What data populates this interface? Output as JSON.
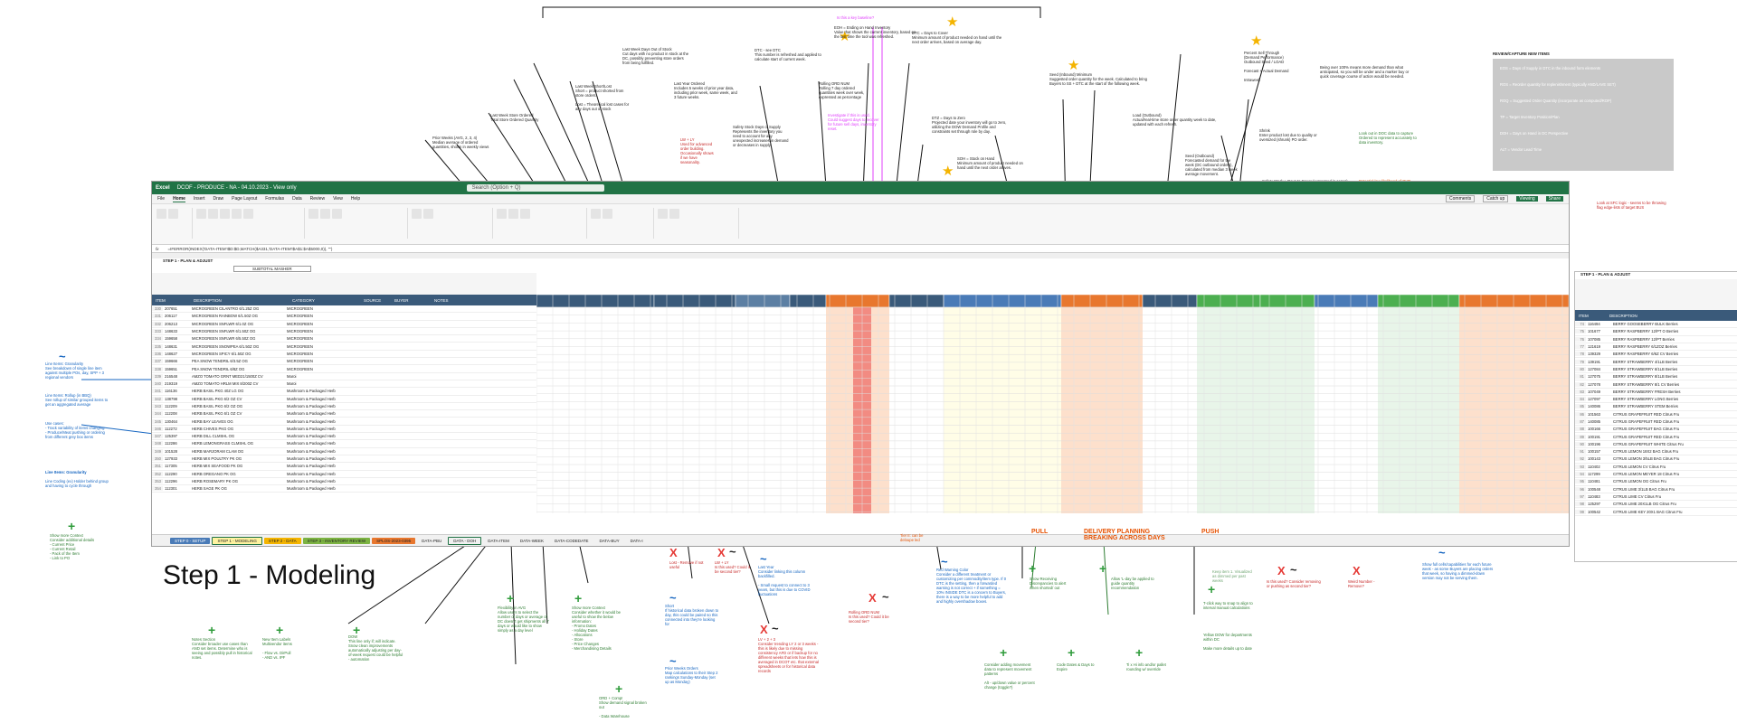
{
  "app": {
    "name": "Excel",
    "file_title": "DCOF - PRODUCE - NA - 04.10.2023 - View only",
    "search_placeholder": "Search (Option + Q)",
    "menu": [
      "File",
      "Home",
      "Insert",
      "Draw",
      "Page Layout",
      "Formulas",
      "Data",
      "Review",
      "View",
      "Help"
    ],
    "actions": [
      "Comments",
      "Catch up",
      "Viewing",
      "Share"
    ],
    "formula": "=IFERROR(INDEX('DATA-ITEM'!$D:$D,MATCH($A331,'DATA-ITEM'!$A$1:$A$5000,0)), \"\")",
    "sheet_header": "STEP 1 - PLAN & ADJUST",
    "subtotal_label": "SUBTOTAL MASHER",
    "column_headers": [
      "ITEM",
      "DESCRIPTION",
      "CATEGORY",
      "SOURCE",
      "BUYER",
      "NOTES"
    ],
    "tabs": [
      "STEP 0 - SETUP",
      "STEP 1 - MODELING",
      "STEP 2 - DATA",
      "STEP 3 - INVENTORY REVIEW",
      "SPLOS-2023-0395",
      "DATA-PBU",
      "DATA - DOH",
      "DATA-ITEM",
      "DATA-WEEK",
      "DATA-CODEDATE",
      "DATA-BUY",
      "DATA-I"
    ]
  },
  "rows": [
    {
      "n": "330",
      "item": "207651",
      "desc": "MICROGREEN CILANTRO 6/1.25Z OG",
      "cat": "MICROGREEN"
    },
    {
      "n": "331",
      "item": "206117",
      "desc": "MICROGREEN RAINBOW 6/1.50Z OG",
      "cat": "MICROGREEN"
    },
    {
      "n": "332",
      "item": "206213",
      "desc": "MICROGREEN SNFLWR 6/1.0Z OG",
      "cat": "MICROGREEN"
    },
    {
      "n": "333",
      "item": "148633",
      "desc": "MICROGREEN SNFLWR 6/1.50Z OG",
      "cat": "MICROGREEN"
    },
    {
      "n": "334",
      "item": "159658",
      "desc": "MICROGREEN SNFLWR 6/5.50Z OG",
      "cat": "MICROGREEN"
    },
    {
      "n": "335",
      "item": "148631",
      "desc": "MICROGREEN SNOWPEA 6/1.50Z OG",
      "cat": "MICROGREEN"
    },
    {
      "n": "336",
      "item": "148627",
      "desc": "MICROGREEN SPICY 6/1.50Z OG",
      "cat": "MICROGREEN"
    },
    {
      "n": "337",
      "item": "159666",
      "desc": "PEA SNOW TENDRIL 6/3.5Z OG",
      "cat": "MICROGREEN"
    },
    {
      "n": "338",
      "item": "159651",
      "desc": "PEA SNOW TENDRIL 6/8Z OG",
      "cat": "MICROGREEN"
    },
    {
      "n": "339",
      "item": "216548",
      "desc": "AMZO TOMATO GRNT MED21/1500Z CV",
      "cat": "Maroi"
    },
    {
      "n": "340",
      "item": "219319",
      "desc": "AMZO TOMATO HRLM MIX 8/200Z CV",
      "cat": "Maroi"
    },
    {
      "n": "341",
      "item": "116136",
      "desc": "HERB BASIL PKG 40Z LG OG",
      "cat": "Mushroom & Packaged Herb"
    },
    {
      "n": "342",
      "item": "138798",
      "desc": "HERB BASIL PKG 6/2 OZ CV",
      "cat": "Mushroom & Packaged Herb"
    },
    {
      "n": "343",
      "item": "112209",
      "desc": "HERB BASIL PKG 6/2 OZ OG",
      "cat": "Mushroom & Packaged Herb"
    },
    {
      "n": "344",
      "item": "112208",
      "desc": "HERB BASIL PKG 6/1 OZ CV",
      "cat": "Mushroom & Packaged Herb"
    },
    {
      "n": "345",
      "item": "130464",
      "desc": "HERB BAY LEAVES OG",
      "cat": "Mushroom & Packaged Herb"
    },
    {
      "n": "346",
      "item": "112272",
      "desc": "HERB CHIVES PKG OG",
      "cat": "Mushroom & Packaged Herb"
    },
    {
      "n": "347",
      "item": "125397",
      "desc": "HERB DILL CLMSHL OG",
      "cat": "Mushroom & Packaged Herb"
    },
    {
      "n": "348",
      "item": "112286",
      "desc": "HERB LEMONGRASS CLMSHL OG",
      "cat": "Mushroom & Packaged Herb"
    },
    {
      "n": "349",
      "item": "101528",
      "desc": "HERB MARJORAM CLAM OG",
      "cat": "Mushroom & Packaged Herb"
    },
    {
      "n": "350",
      "item": "127933",
      "desc": "HERB MIX POULTRY PK OG",
      "cat": "Mushroom & Packaged Herb"
    },
    {
      "n": "351",
      "item": "117305",
      "desc": "HERB MIX SEAFOOD PK OG",
      "cat": "Mushroom & Packaged Herb"
    },
    {
      "n": "352",
      "item": "112290",
      "desc": "HERB OREGANO PK OG",
      "cat": "Mushroom & Packaged Herb"
    },
    {
      "n": "353",
      "item": "112296",
      "desc": "HERB ROSEMARY PK OG",
      "cat": "Mushroom & Packaged Herb"
    },
    {
      "n": "354",
      "item": "112301",
      "desc": "HERB SAGE PK OG",
      "cat": "Mushroom & Packaged Herb"
    }
  ],
  "right_rows": [
    {
      "n": "74",
      "item": "116494",
      "desc": "BERRY GOOSEBERRY BULK Berries"
    },
    {
      "n": "75",
      "item": "101677",
      "desc": "BERRY RASPBERRY 12/PT O Berries"
    },
    {
      "n": "76",
      "item": "107085",
      "desc": "BERRY RASPBERRY 12/PT Berries"
    },
    {
      "n": "77",
      "item": "121619",
      "desc": "BERRY RASPBERRY 6/1ZOZ Berries"
    },
    {
      "n": "78",
      "item": "139329",
      "desc": "BERRY RASPBERRY 6/6Z CV Berries"
    },
    {
      "n": "79",
      "item": "139191",
      "desc": "BERRY STRAWBERRY 4/1LB Berries"
    },
    {
      "n": "80",
      "item": "127084",
      "desc": "BERRY STRAWBERRY 6/1LB Berries"
    },
    {
      "n": "81",
      "item": "127075",
      "desc": "BERRY STRAWBERRY 8/1LB Berries"
    },
    {
      "n": "82",
      "item": "127078",
      "desc": "BERRY STRAWBERRY 8/1 CV Berries"
    },
    {
      "n": "83",
      "item": "107049",
      "desc": "BERRY STRAWBERRY FRESH Berries"
    },
    {
      "n": "84",
      "item": "127097",
      "desc": "BERRY STRAWBERRY LONG Berries"
    },
    {
      "n": "85",
      "item": "140086",
      "desc": "BERRY STRAWBERRY STEM Berries"
    },
    {
      "n": "86",
      "item": "101563",
      "desc": "CITRUS GRAPEFRUIT RED Citrus Fru"
    },
    {
      "n": "87",
      "item": "140085",
      "desc": "CITRUS GRAPEFRUIT RED Citrus Fru"
    },
    {
      "n": "88",
      "item": "100166",
      "desc": "CITRUS GRAPEFRUIT BAG Citrus Fru"
    },
    {
      "n": "89",
      "item": "100191",
      "desc": "CITRUS GRAPEFRUIT RED Citrus Fru"
    },
    {
      "n": "90",
      "item": "100196",
      "desc": "CITRUS GRAPEFRUIT WHITE Citrus Fru"
    },
    {
      "n": "91",
      "item": "100157",
      "desc": "CITRUS LEMON 18X2 BAG Citrus Fru"
    },
    {
      "n": "92",
      "item": "100143",
      "desc": "CITRUS LEMON 3/5LB BAG Citrus Fru"
    },
    {
      "n": "93",
      "item": "110402",
      "desc": "CITRUS LEMON CV Citrus Fru"
    },
    {
      "n": "94",
      "item": "117299",
      "desc": "CITRUS LEMON MEYER 18 Citrus Fru"
    },
    {
      "n": "95",
      "item": "110481",
      "desc": "CITRUS LEMON OG Citrus Fru"
    },
    {
      "n": "96",
      "item": "100548",
      "desc": "CITRUS LIME 3/1LB BAG Citrus Fru"
    },
    {
      "n": "97",
      "item": "110483",
      "desc": "CITRUS LIME CV Citrus Fru"
    },
    {
      "n": "98",
      "item": "125297",
      "desc": "CITRUS LIME 20X1LB OG Citrus Fru"
    },
    {
      "n": "99",
      "item": "100542",
      "desc": "CITRUS LIME KEY 20X1 BAG Citrus Fru"
    }
  ],
  "section_labels": {
    "pull": "PULL",
    "delivery": "DELIVERY PLANNING\nBREAKING ACROSS DAYS",
    "push": "PUSH"
  },
  "step_title": "Step 1 - Modeling",
  "top_notes": {
    "qmark": "Is this a key baseline?",
    "eoh": "EOH = Ending on Hand Inventory\nValue that shows the current inventory, based on the last time the tool was refreshed.",
    "dtc_see": "DTC - see DTC\nThis number is refreshed and applied to calculate start of current week.",
    "rolling": "Rolling ORD NUM\nRolling 7 day ordered quantities week over week, expressed as percentage",
    "dtc_cover": "DTC = Days to Cover\nMinimum amount of product needed on hand until the next order arrives, based on average day.",
    "seed_inbound": "Seed (Inbound) Minimum\nSuggested order quantity for the week. Calculated to bring Buyers to SS + DTC at the start of the following week.",
    "percent_sell": "Percent Sell Through\n(Demand Performance)\nOutbound Seed / LOAD\n\nForecast + Actual Demand\n\nIntraweek",
    "being_over": "Being over 100% means more demand than what anticipated, so you will be under and a marker buy or quick coverage course of action would be needed.",
    "safety": "Safety Stock Days of Supply\nRepresents the inventory you need to account for any unexpected increases in demand or decreases in supply.",
    "last_week_out": "Last Week Days Out of Stock\nCut days with no product in stock at the DC, possibly preventing store orders from being fulfilled.",
    "last_year": "Last Year Ordered\nIncludes 5 weeks of prior year data, including prior week, same week, and 3 future weeks.",
    "last_week_short": "Last Week Short/Lost\nShort = product shorted from store orders.\n\nLost = Theoretical lost cases for any days out of stock",
    "last_week_store": "Last Week Store Ordered\nTotal Store Ordered Quantity",
    "prior_weeks": "Prior Weeks (AVG, 2, 3, 4)\nMedian average of ordered quantities, shown in weekly views",
    "dtz": "DTZ = Days to Zero\nProjected date your inventory will go to zero, utilizing the DOW Demand Profile and constraints set through role by day.",
    "soh": "SOH = Stock on Hand\nMinimum amount of product needed on hand until the next order arrives.",
    "load": "Load (Outbound)\nActual/real-time store order quantity week to date, updated with each refresh.",
    "seed_out": "Seed (Outbound)\nForecasted demand for the week (DC outbound orders), calculated from median 3 week average movement.",
    "shrink": "Shrink\nEnter product lost due to quality or oversized (shrunk) PO order.",
    "ss_dtc": "Safety Stock + Days to Cover (expressed in cases)\nCase quantity of your SS + DTC, calculated from your SS DOS and DTC entries.",
    "ovr": "OVR (Override)\nThe XXX",
    "received": "Received Quantities",
    "load_inbound": "Load (Inbound)\nOrdered quantities, which change to received quantities after receipt",
    "carries": "Carries forward across future week Outbound Seed",
    "cells_dc": "The cells in which the DC Buyer models their orders by arrival based on their delivery schedule.",
    "lv_lf": "LW + LY\nUsed for advanced order building. Occasionally shows if we have seasonality.",
    "suggestion": "Suggestion for Optional/Alt:",
    "avg_comp": "AVG Comp\nAvg 4 week 'AVG'\nTrends view is not discreet and doesn't account for variations.",
    "investigate": "Investigate if this is used.\nCould suggest days to recover for future sell days, inventory reset.",
    "green_note": "Look out in DOC data to capture Ordered to represent accurately to data inventory.",
    "pink_note": "Potential low likelihood of OVR values. It could be pre-suggested ordered based on take count.",
    "yellow_note": "May be apply to test forecasted decreases as better and and suggest to all 10 positive changes.",
    "dtc_label": "DTC to Zero",
    "drift": "Drift would be receiving error"
  },
  "left_notes": {
    "line_gran": "Line Items: Granularity\nSee breakdown of single line item against multiple POs, day, SPP + 3 regional vendors",
    "line_rollup": "Line Items: Rollup (in BBQ)\nSee rollup of similar grouped items to get an aggregated average",
    "use_case": "Use cases:\n- Track variability of items changing\n- Produce/Meat pushing or ordering from different grey box items",
    "line_gran2": "Line Items: Granularity",
    "line_gran2_body": "Line Coding (ex) Holder behind group and having to cycle through",
    "show_more": "Show more Context\nConsider additional details\n- Current Price\n- Current Retail\n- Pack of the Item\n- Link to PO"
  },
  "bottom_notes": {
    "notes_section": "Notes Section\nConsider broader use cases than AND set items. Determine who is seeing and possibly pull in historical notes.",
    "new_item": "New Item Labels\nMultivendor items\n\n- Flow vs. DirPull\n- AND vs. IPF",
    "dow": "DOW\nThis line only if; will indicate. Snow clean improvements automatically adjusting per day-of-week request could be helpful - automation",
    "flexibility": "Flexibility in AVG\nAllow users to select the number of days or average of DC doesn't get shipments all 7 days or would like to show simply as a day level",
    "show_ctx2": "Show more Context\nConsider whether it would be useful to show the below information:\n- Promo Dates\n- Holiday Dates\n- Allocations\n- Store\n- Price Changes\n- Merchandising Details",
    "ord_comp": "ORD + Comp!\nShow demand signal broken out\n\n- Data Warehouse",
    "lost": "Lost - Remove if not useful",
    "lost2": "Lost - Remove if not confused",
    "lw_ly": "LW + LY\nIs this used? Could it be second tier?",
    "short": "Short\nIf historical data broken down to day, this could be paired so this connected into they're looking for",
    "prior_weeks": "Prior Weeks Orders\nMap calculations to their Step 2 rankings Sunday-Monday (set up as Monday)",
    "last_year": "Last Year\nConsider linking this column backfilled.\n\n- Small request to connect to 3 years, but this is due to COVID fluctuations",
    "lv_lf": "LV + 2 + 3\nConsider trending LY 2 or 3 weeks - this is likely due to missing consistency AFD or if backup for no different weeks that lets how this is averaged in DCOT etc. that external spreadsheets or for historical data records",
    "rolling_ord": "Rolling ORD NUM\nIs this used? Could it be second tier?",
    "tier_ii": "Tier II: can be deloupe led",
    "red_warning": "Red Warning Color\nConsider a different treatment or customizing per commodity/item type. If 0 DTC is the setting, then a forwarded warning is not correct + if something = 10% INSIDE DTC is a concern to Buyers, there is a way to be more helpful to add and highly overshadow boxes.",
    "show_discrepancy": "Show Receiving Discrepancies to alert when shorted/ out",
    "allow_days": "Allow 'L-day be applied to guide quantity recommendation",
    "consider_adding": "Consider adding movement data to represent movement patterns\n\nAlt - up/down value or percent change (toggle?)",
    "code_dates": "Code Dates & Days to Expire",
    "ti_hi": "Ti x Hi info and/or pallet rounding w/ override",
    "t_click": "T-click way to snap to align to interval manual calculations",
    "yellow_dow": "Yellow DOW for departments within DC\n\nMake more details up to date",
    "this_used": "Is this used? Consider removing or pushing as second tier?",
    "weird_number": "Weird Number - Remove?",
    "show_full": "Show full cells/capabilities for each future week - as some Buyers are placing orders that week, so having a dimmed-down version may not be serving them.",
    "keep_item": "Keep item 1. Visualized as dimmed per past weeks",
    "look_sfc": "Look at SFC logic - seems to be throwing flag edge-lists of target BUS"
  },
  "review_box": {
    "title": "REVIEW/CAPTURE NEW ITEMS",
    "lines": [
      "EOS = Days of Supply in DTC in the inbound form elements",
      "ROS = Reorder quantity for replenishment (typically AND/LAVE SET)",
      "ROQ = Suggested Order Quantity (incorporate as computed/ROP)",
      "TP = Target Inventory Position/Plan",
      "DOH = Days on Hand in DC Perspective",
      "ALT = Vendor Lead Time"
    ]
  },
  "colors": {
    "excel_green": "#217346",
    "header_navy": "#3a5a7a",
    "header_orange": "#e8772e",
    "header_green": "#4caf50",
    "header_blue": "#4a7bb7",
    "warning_red": "#f28b82",
    "note_yellow": "#fff9c4"
  }
}
